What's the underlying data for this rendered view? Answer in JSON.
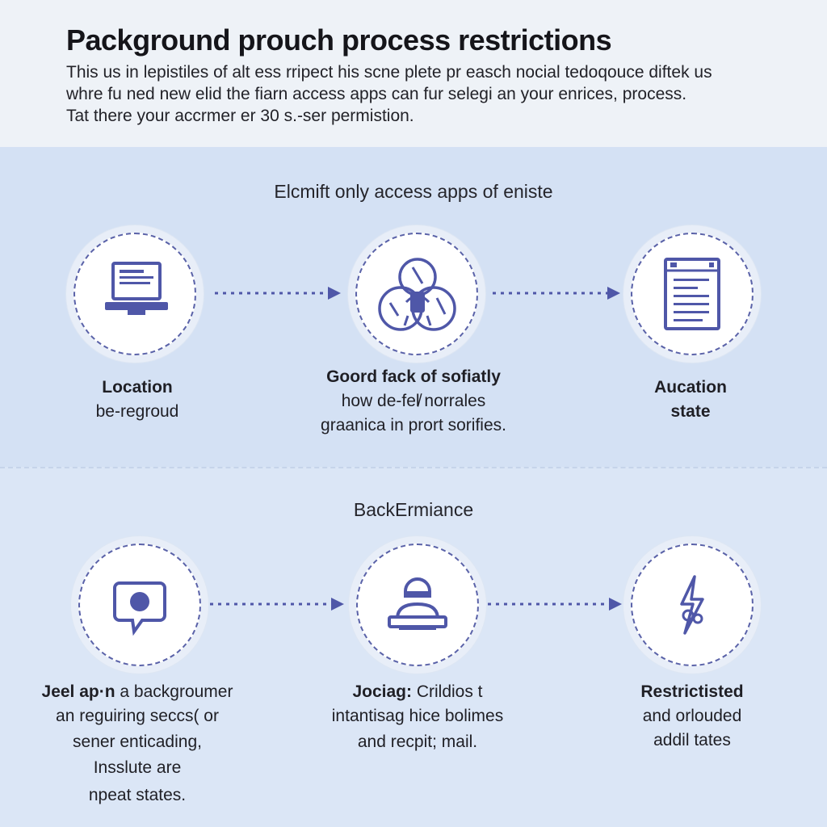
{
  "header": {
    "title": "Packground prouch process restrictions",
    "intro_lines": [
      "This us in lepistiles of alt ess rripect his scne plete pr easch nocial tedoqouce diftek us",
      "whre fu ned new elid the fiarn access apps can fur selegi an your enrices, process.",
      "Tat there your accrmer er 30 s.-ser permistion."
    ]
  },
  "section1": {
    "heading": "Elcmift only access apps of eniste",
    "nodes": [
      {
        "icon": "laptop-icon",
        "title": "Location",
        "lines": [
          "be-regroud"
        ]
      },
      {
        "icon": "network-globe-icon",
        "title": "Goord fack of sofiatly",
        "lines": [
          "how de-fel̸ norrales",
          "graanica in prort sorifies."
        ]
      },
      {
        "icon": "document-window-icon",
        "title": "Aucation",
        "lines": [
          "state"
        ]
      }
    ]
  },
  "section2": {
    "heading": "BackErmiance",
    "nodes": [
      {
        "icon": "chat-bubble-icon",
        "title_bold": "Jeel ap·n",
        "title_rest": " a backgroumer",
        "lines": [
          "an reguiring seccs( or",
          "sener enticading,",
          "Insslute are",
          "npeat states."
        ]
      },
      {
        "icon": "person-at-computer-icon",
        "title_bold": "Jociag:",
        "title_rest": " Crildios t",
        "lines": [
          "intantisag hice bolimes",
          "and recpit; mail."
        ]
      },
      {
        "icon": "lightning-bolt-icon",
        "title": "Restrictisted",
        "lines": [
          "and orlouded",
          "addil tates"
        ]
      }
    ]
  },
  "colors": {
    "accent": "#4f57a8",
    "header_bg": "#eef2f7",
    "section_bg": "#d4e1f4"
  }
}
